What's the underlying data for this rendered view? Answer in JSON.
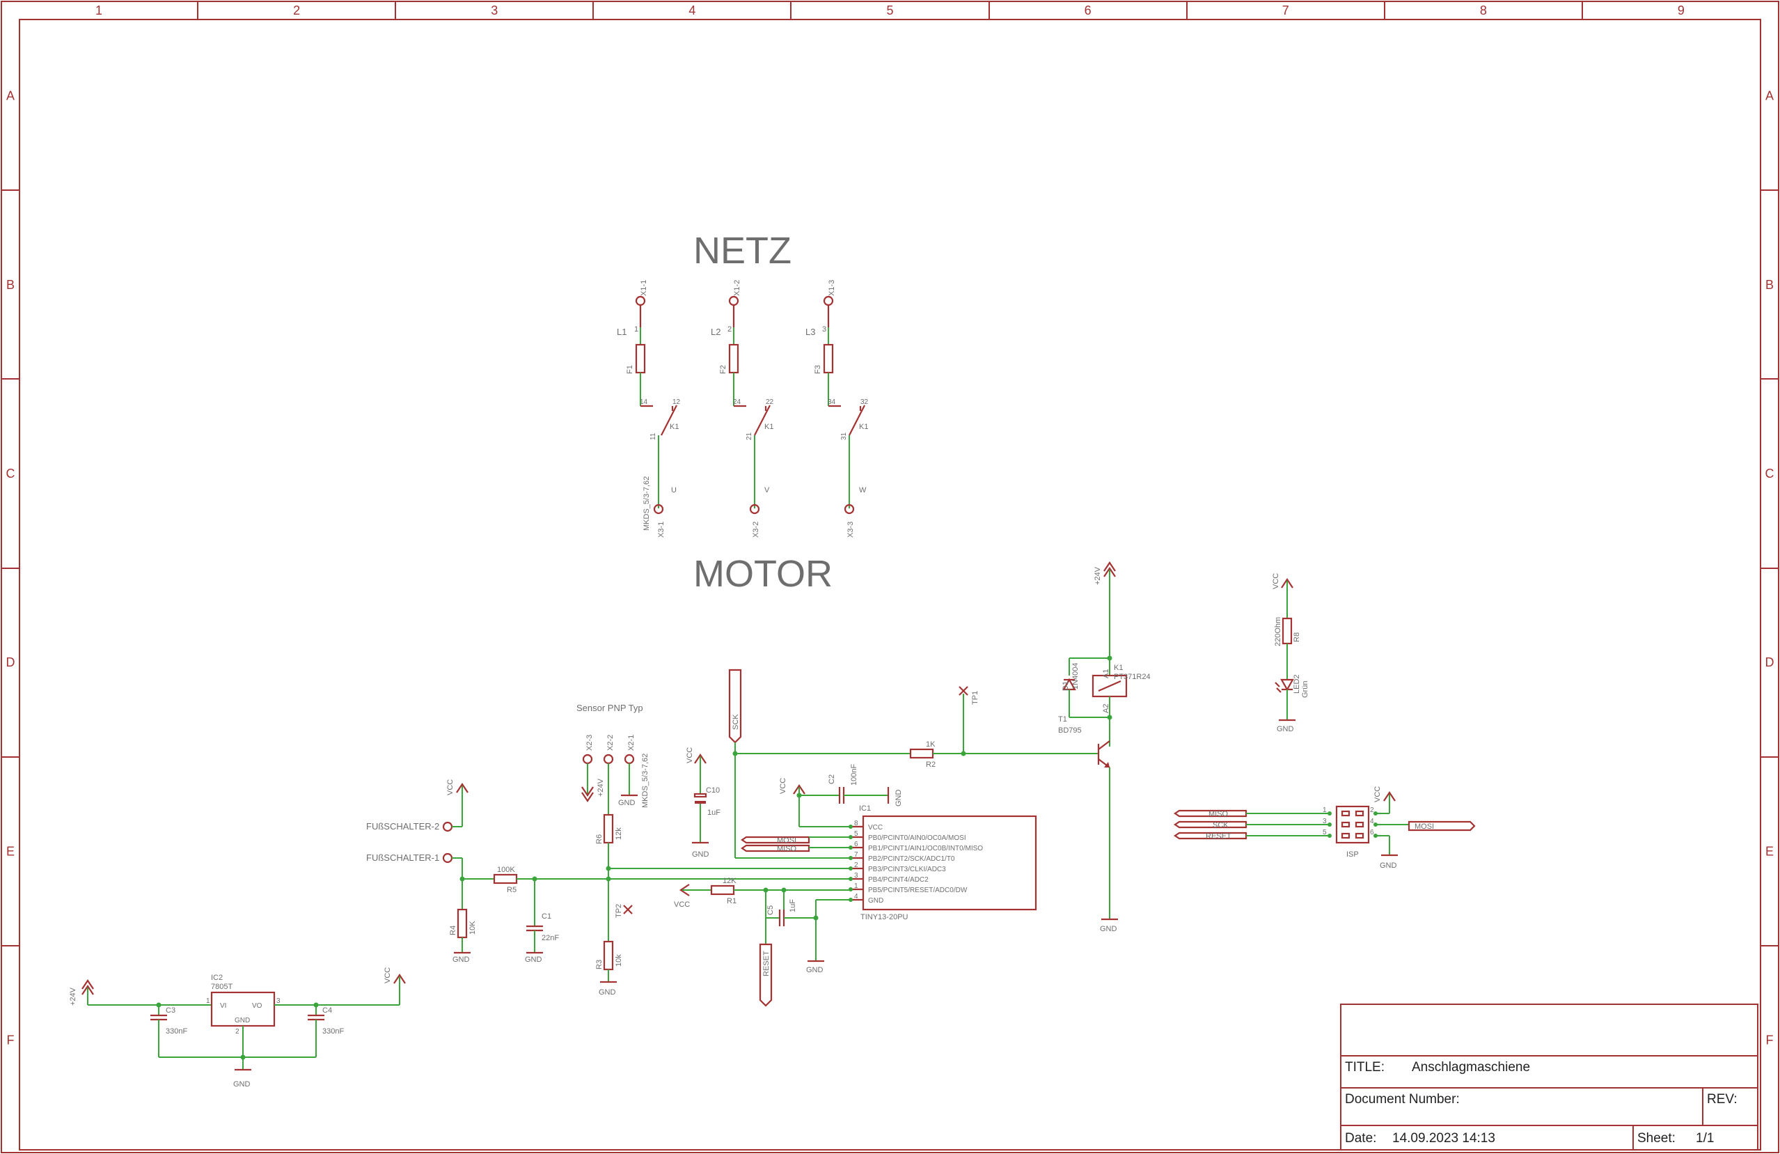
{
  "frame": {
    "columns": [
      "1",
      "2",
      "3",
      "4",
      "5",
      "6",
      "7",
      "8",
      "9"
    ],
    "rows": [
      "A",
      "B",
      "C",
      "D",
      "E",
      "F"
    ]
  },
  "headings": {
    "netz": "NETZ",
    "motor": "MOTOR"
  },
  "netz_section": {
    "terminals": [
      "X1-1",
      "X1-2",
      "X1-3"
    ],
    "pins": [
      "1",
      "2",
      "3"
    ],
    "lines": [
      "L1",
      "L2",
      "L3"
    ],
    "fuses": [
      "F1",
      "F2",
      "F3"
    ],
    "contact_pins": [
      [
        "14",
        "12",
        "11"
      ],
      [
        "24",
        "22",
        "21"
      ],
      [
        "34",
        "32",
        "31"
      ]
    ],
    "relay_label": "K1",
    "motor_terminals": [
      "X3-1",
      "X3-2",
      "X3-3"
    ],
    "phases": [
      "U",
      "V",
      "W"
    ],
    "connector_part": "MKDS_5/3-7,62"
  },
  "sensor": {
    "title": "Sensor PNP Typ",
    "terminals": [
      "X2-3",
      "X2-2",
      "X2-1"
    ],
    "connector_part": "MKDS_5/3-7,62",
    "supply": "+24V",
    "gnd": "GND"
  },
  "inputs": {
    "foot2": "FUßSCHALTER-2",
    "foot1": "FUßSCHALTER-1",
    "vcc": "VCC"
  },
  "resistors": {
    "r1": {
      "name": "R1",
      "value": "12K"
    },
    "r2": {
      "name": "R2",
      "value": "1K"
    },
    "r3": {
      "name": "R3",
      "value": "10k"
    },
    "r4": {
      "name": "R4",
      "value": "10K"
    },
    "r5": {
      "name": "R5",
      "value": "100K"
    },
    "r6": {
      "name": "R6",
      "value": "12k"
    },
    "r8": {
      "name": "R8",
      "value": "220Ohm"
    }
  },
  "capacitors": {
    "c1": {
      "name": "C1",
      "value": "22nF"
    },
    "c2": {
      "name": "C2",
      "value": "100nF"
    },
    "c3": {
      "name": "C3",
      "value": "330nF"
    },
    "c4": {
      "name": "C4",
      "value": "330nF"
    },
    "c5": {
      "name": "C5",
      "value": "1uF"
    },
    "c10": {
      "name": "C10",
      "value": "1uF"
    }
  },
  "test_points": [
    "TP1",
    "TP2"
  ],
  "regulator": {
    "name": "IC2",
    "part": "7805T",
    "vi": "VI",
    "vo": "VO",
    "gnd": "GND",
    "pins": [
      "1",
      "3",
      "2"
    ],
    "input": "+24V"
  },
  "mcu": {
    "name": "IC1",
    "part": "TINY13-20PU",
    "pins": [
      "VCC",
      "PB0/PCINT0/AIN0/OC0A/MOSI",
      "PB1/PCINT1/AIN1/OC0B/INT0/MISO",
      "PB2/PCINT2/SCK/ADC1/T0",
      "PB3/PCINT3/CLKI/ADC3",
      "PB4/PCINT4/ADC2",
      "PB5/PCINT5/RESET/ADC0/DW",
      "GND"
    ],
    "pin_numbers": [
      "8",
      "5",
      "6",
      "7",
      "2",
      "3",
      "1",
      "4"
    ]
  },
  "signals": {
    "mosi": "MOSI",
    "miso": "MISO",
    "sck": "SCK",
    "reset": "RESET",
    "vcc": "VCC",
    "gnd": "GND",
    "p24": "+24V"
  },
  "relay": {
    "name": "K1",
    "part": "PT371R24",
    "a1": "A1",
    "a2": "A2"
  },
  "diode": {
    "name": "D1",
    "part": "1N4004"
  },
  "transistor": {
    "name": "T1",
    "part": "BD795"
  },
  "led": {
    "name": "LED2",
    "color": "Grün"
  },
  "isp": {
    "name": "ISP",
    "pin_numbers": [
      "1",
      "3",
      "5",
      "2",
      "4",
      "6"
    ]
  },
  "title_block": {
    "title_label": "TITLE:",
    "title": "Anschlagmaschiene",
    "docnum_label": "Document Number:",
    "rev_label": "REV:",
    "date_label": "Date:",
    "date": "14.09.2023 14:13",
    "sheet_label": "Sheet:",
    "sheet": "1/1"
  },
  "colors": {
    "frame": "#a53232",
    "wire": "#3aa53a",
    "part": "#a53232",
    "text": "#6e6e6e",
    "junction": "#3aa53a"
  }
}
